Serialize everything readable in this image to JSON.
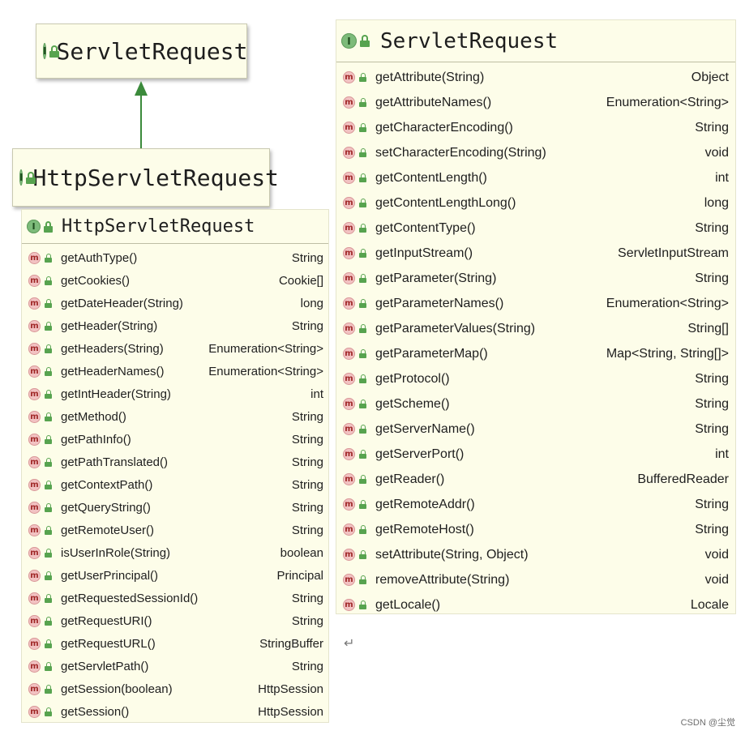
{
  "servlet_request_small": {
    "title": "ServletRequest"
  },
  "http_servlet_request_small": {
    "title": "HttpServletRequest"
  },
  "http_servlet_request": {
    "title": "HttpServletRequest",
    "methods": [
      {
        "name": "getAuthType()",
        "type": "String"
      },
      {
        "name": "getCookies()",
        "type": "Cookie[]"
      },
      {
        "name": "getDateHeader(String)",
        "type": "long"
      },
      {
        "name": "getHeader(String)",
        "type": "String"
      },
      {
        "name": "getHeaders(String)",
        "type": "Enumeration<String>"
      },
      {
        "name": "getHeaderNames()",
        "type": "Enumeration<String>"
      },
      {
        "name": "getIntHeader(String)",
        "type": "int"
      },
      {
        "name": "getMethod()",
        "type": "String"
      },
      {
        "name": "getPathInfo()",
        "type": "String"
      },
      {
        "name": "getPathTranslated()",
        "type": "String"
      },
      {
        "name": "getContextPath()",
        "type": "String"
      },
      {
        "name": "getQueryString()",
        "type": "String"
      },
      {
        "name": "getRemoteUser()",
        "type": "String"
      },
      {
        "name": "isUserInRole(String)",
        "type": "boolean"
      },
      {
        "name": "getUserPrincipal()",
        "type": "Principal"
      },
      {
        "name": "getRequestedSessionId()",
        "type": "String"
      },
      {
        "name": "getRequestURI()",
        "type": "String"
      },
      {
        "name": "getRequestURL()",
        "type": "StringBuffer"
      },
      {
        "name": "getServletPath()",
        "type": "String"
      },
      {
        "name": "getSession(boolean)",
        "type": "HttpSession"
      },
      {
        "name": "getSession()",
        "type": "HttpSession"
      }
    ]
  },
  "servlet_request": {
    "title": "ServletRequest",
    "methods": [
      {
        "name": "getAttribute(String)",
        "type": "Object"
      },
      {
        "name": "getAttributeNames()",
        "type": "Enumeration<String>"
      },
      {
        "name": "getCharacterEncoding()",
        "type": "String"
      },
      {
        "name": "setCharacterEncoding(String)",
        "type": "void"
      },
      {
        "name": "getContentLength()",
        "type": "int"
      },
      {
        "name": "getContentLengthLong()",
        "type": "long"
      },
      {
        "name": "getContentType()",
        "type": "String"
      },
      {
        "name": "getInputStream()",
        "type": "ServletInputStream"
      },
      {
        "name": "getParameter(String)",
        "type": "String"
      },
      {
        "name": "getParameterNames()",
        "type": "Enumeration<String>"
      },
      {
        "name": "getParameterValues(String)",
        "type": "String[]"
      },
      {
        "name": "getParameterMap()",
        "type": "Map<String, String[]>"
      },
      {
        "name": "getProtocol()",
        "type": "String"
      },
      {
        "name": "getScheme()",
        "type": "String"
      },
      {
        "name": "getServerName()",
        "type": "String"
      },
      {
        "name": "getServerPort()",
        "type": "int"
      },
      {
        "name": "getReader()",
        "type": "BufferedReader"
      },
      {
        "name": "getRemoteAddr()",
        "type": "String"
      },
      {
        "name": "getRemoteHost()",
        "type": "String"
      },
      {
        "name": "setAttribute(String, Object)",
        "type": "void"
      },
      {
        "name": "removeAttribute(String)",
        "type": "void"
      },
      {
        "name": "getLocale()",
        "type": "Locale"
      }
    ]
  },
  "icons": {
    "interface_badge": "interface-icon",
    "method_badge": "method-icon",
    "visibility": "public-lock-icon",
    "interface_letter": "I",
    "method_letter": "m"
  },
  "colors": {
    "box_fill": "#fdfde9",
    "arrow": "#3b8a3b",
    "interface_badge": "#7dbb7a",
    "method_badge": "#f2c2c2"
  },
  "footer": {
    "return_symbol": "↵",
    "watermark": "CSDN @尘觉"
  }
}
